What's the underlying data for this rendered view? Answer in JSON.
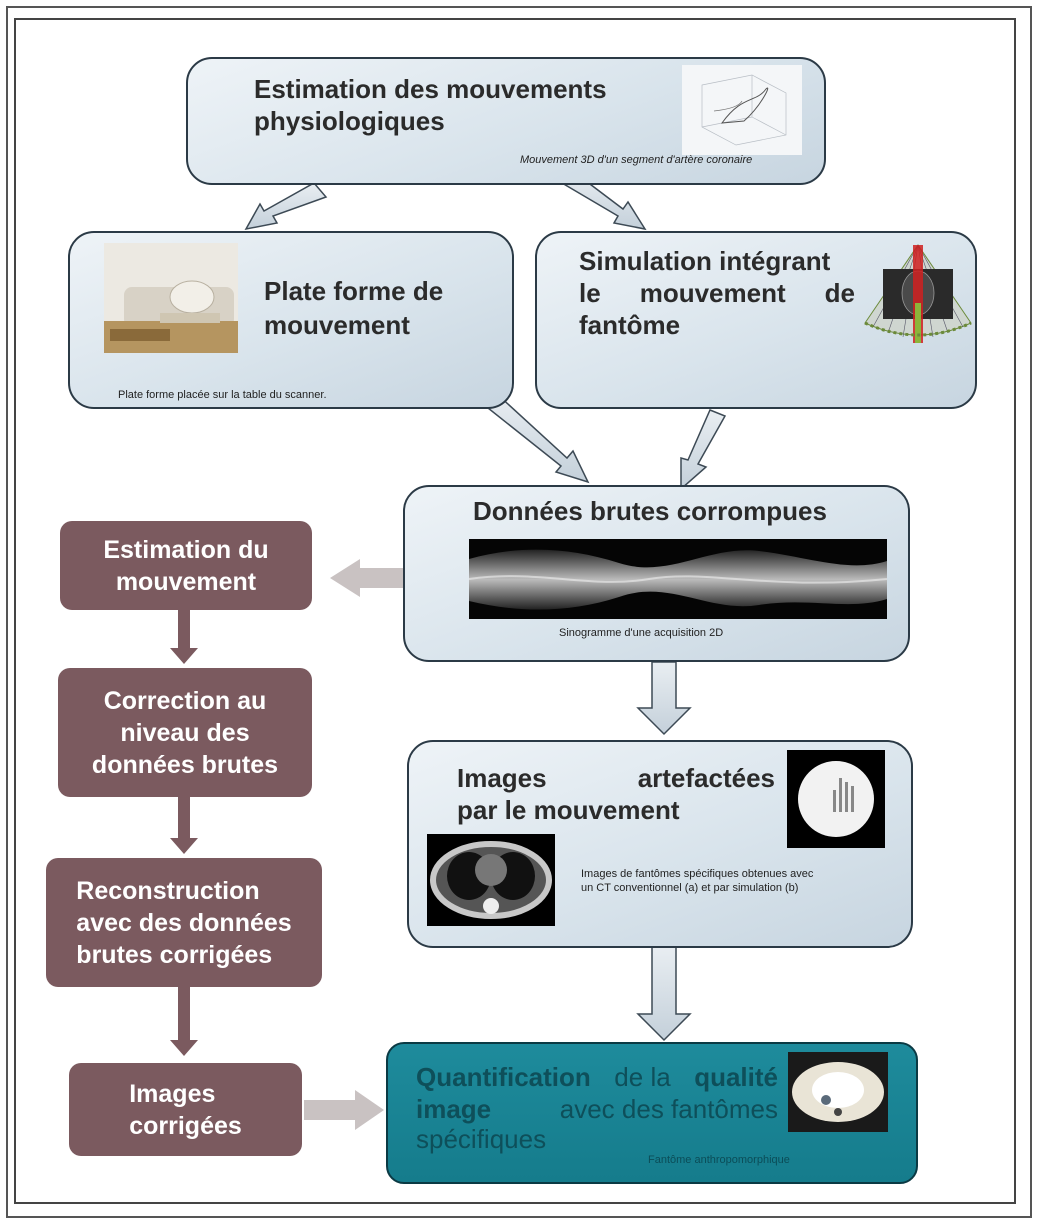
{
  "top": {
    "title_line1": "Estimation des mouvements",
    "title_line2": "physiologiques",
    "caption": "Mouvement 3D d'un segment d'artère coronaire"
  },
  "platform": {
    "title_line1": "Plate forme de",
    "title_line2": "mouvement",
    "caption": "Plate forme placée sur la table du scanner."
  },
  "simulation": {
    "line1": "Simulation intégrant",
    "line2_words": [
      "le",
      "mouvement",
      "de"
    ],
    "line3": "fantôme"
  },
  "raw": {
    "title": "Données brutes corrompues",
    "caption": "Sinogramme d'une acquisition 2D"
  },
  "artifact": {
    "line1_words": [
      "Images",
      "artefactées"
    ],
    "line2": "par le mouvement",
    "caption_line1": "Images de fantômes spécifiques obtenues avec",
    "caption_line2": "un CT conventionnel (a) et par simulation (b)"
  },
  "quant": {
    "w1": "Quantification",
    "w2": "de la",
    "w3": "qualité",
    "w4": "image",
    "w5": "avec des fantômes",
    "w6": "spécifiques",
    "caption": "Fantôme anthropomorphique"
  },
  "steps": {
    "estimation": [
      "Estimation du",
      "mouvement"
    ],
    "correction": [
      "Correction au",
      "niveau des",
      "données brutes"
    ],
    "reconstruction": [
      "Reconstruction",
      "avec des données",
      "brutes corrigées"
    ],
    "corrected": [
      "Images",
      "corrigées"
    ]
  },
  "colors": {
    "box_fill": "#d9e4ec",
    "step_fill": "#7b5a5f",
    "teal_fill": "#1e8b9c"
  }
}
